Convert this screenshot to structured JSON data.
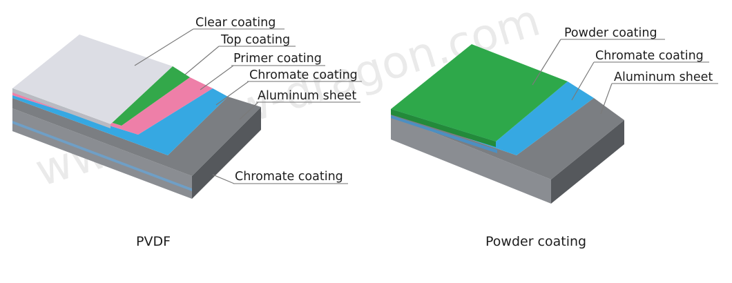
{
  "watermark": "www.arrow-dragon.com",
  "colors": {
    "clear": "#dcdde4",
    "top": "#33a84a",
    "primer": "#ee7fa8",
    "chromate": "#36a8e2",
    "aluminum": "#7b7e82",
    "powder": "#2ea84a"
  },
  "pvdf": {
    "caption": "PVDF",
    "labels": {
      "clear": "Clear coating",
      "top": "Top coating",
      "primer": "Primer coating",
      "chromate_top": "Chromate coating",
      "aluminum": "Aluminum sheet",
      "chromate_bottom": "Chromate coating"
    }
  },
  "powder": {
    "caption": "Powder coating",
    "labels": {
      "powder": "Powder coating",
      "chromate": "Chromate coating",
      "aluminum": "Aluminum sheet"
    }
  }
}
